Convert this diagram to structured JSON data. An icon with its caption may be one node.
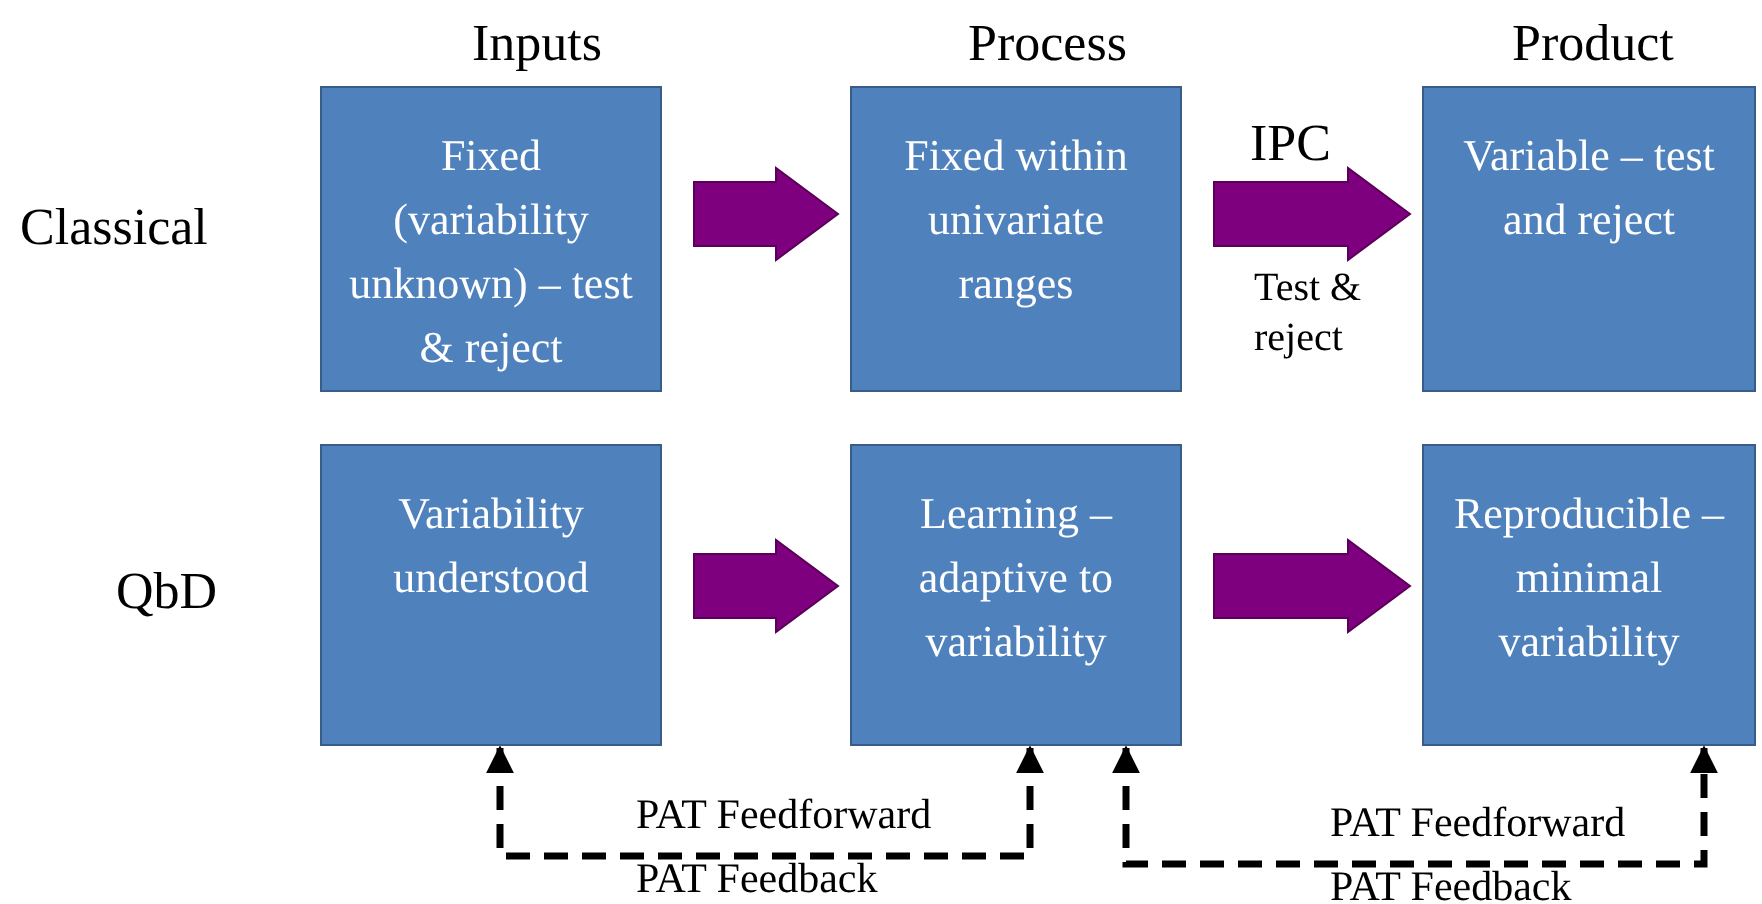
{
  "diagram": {
    "nodes": [
      {
        "text": [
          "Fixed (variability unknown) – test & reject"
        ]
      },
      {
        "text": [
          "Fixed within univariate ranges"
        ]
      },
      {
        "text": [
          "Variable – test and reject"
        ]
      },
      {
        "text": [
          "Variability understood"
        ]
      },
      {
        "text": [
          "Learning – adaptive to variability"
        ]
      },
      {
        "text": [
          "Reproducible – minimal variability"
        ]
      }
    ],
    "edges": [
      {
        "from": 0,
        "to": 1,
        "arrow": "to",
        "style": "thick",
        "color": "#7f007f"
      },
      {
        "from": 1,
        "to": 2,
        "arrow": "to",
        "style": "thick",
        "color": "#7f007f"
      },
      {
        "from": 3,
        "to": 4,
        "arrow": "to",
        "style": "thick",
        "color": "#7f007f"
      },
      {
        "from": 4,
        "to": 5,
        "arrow": "to",
        "style": "thick",
        "color": "#7f007f"
      },
      {
        "from": 3,
        "to": 4,
        "arrow": "both",
        "style": "dashed"
      },
      {
        "from": 4,
        "to": 5,
        "arrow": "both",
        "style": "dashed"
      }
    ],
    "labels": [
      "Inputs",
      "Process",
      "Product",
      "Classical",
      "IPC",
      "Test & reject",
      "QbD",
      "PAT Feedforward",
      "PAT Feedback",
      "PAT Feedforward",
      "PAT Feedback"
    ]
  }
}
